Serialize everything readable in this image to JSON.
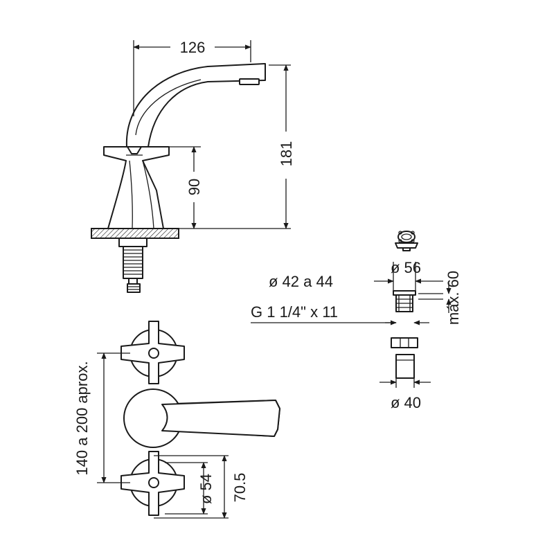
{
  "dimensions": {
    "spout_reach": "126",
    "total_height": "181",
    "body_height": "90",
    "center_distance": "140 a 200 aprox.",
    "handle_diameter": "ø 54",
    "handle_height": "70.5",
    "drain_top_diameter": "ø 56",
    "drain_hole_range": "ø 42 a 44",
    "drain_thread": "G 1 1/4\" x 11",
    "drain_max_thickness": "máx. 60",
    "drain_bottom_diameter": "ø 40"
  }
}
